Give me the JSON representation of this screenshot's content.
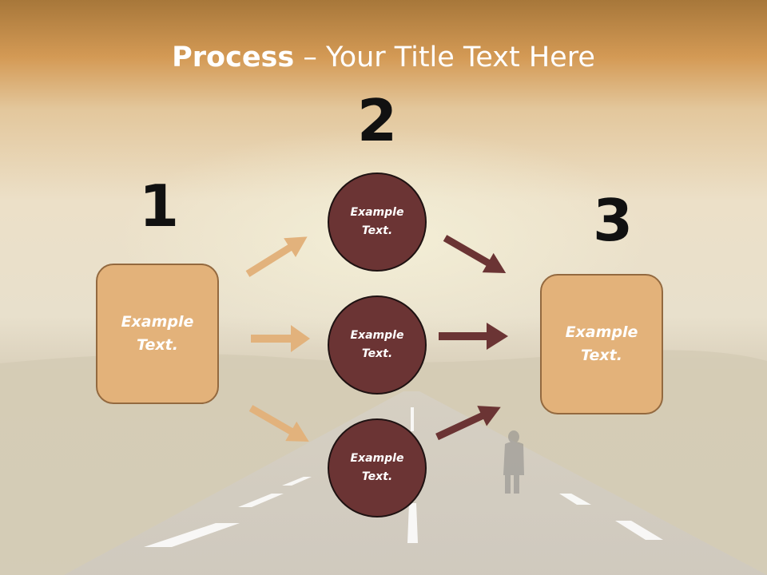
{
  "title": {
    "bold": "Process",
    "rest": " – Your Title Text Here"
  },
  "steps": [
    "1",
    "2",
    "3"
  ],
  "left_box": {
    "text": "Example Text."
  },
  "circles": [
    {
      "text": "Example Text."
    },
    {
      "text": "Example Text."
    },
    {
      "text": "Example Text."
    }
  ],
  "right_box": {
    "text": "Example Text."
  },
  "colors": {
    "box_fill": "#e3b27a",
    "circle_fill": "#6b3434",
    "arrow_left": "#e2b27c",
    "arrow_right": "#6b3434"
  }
}
